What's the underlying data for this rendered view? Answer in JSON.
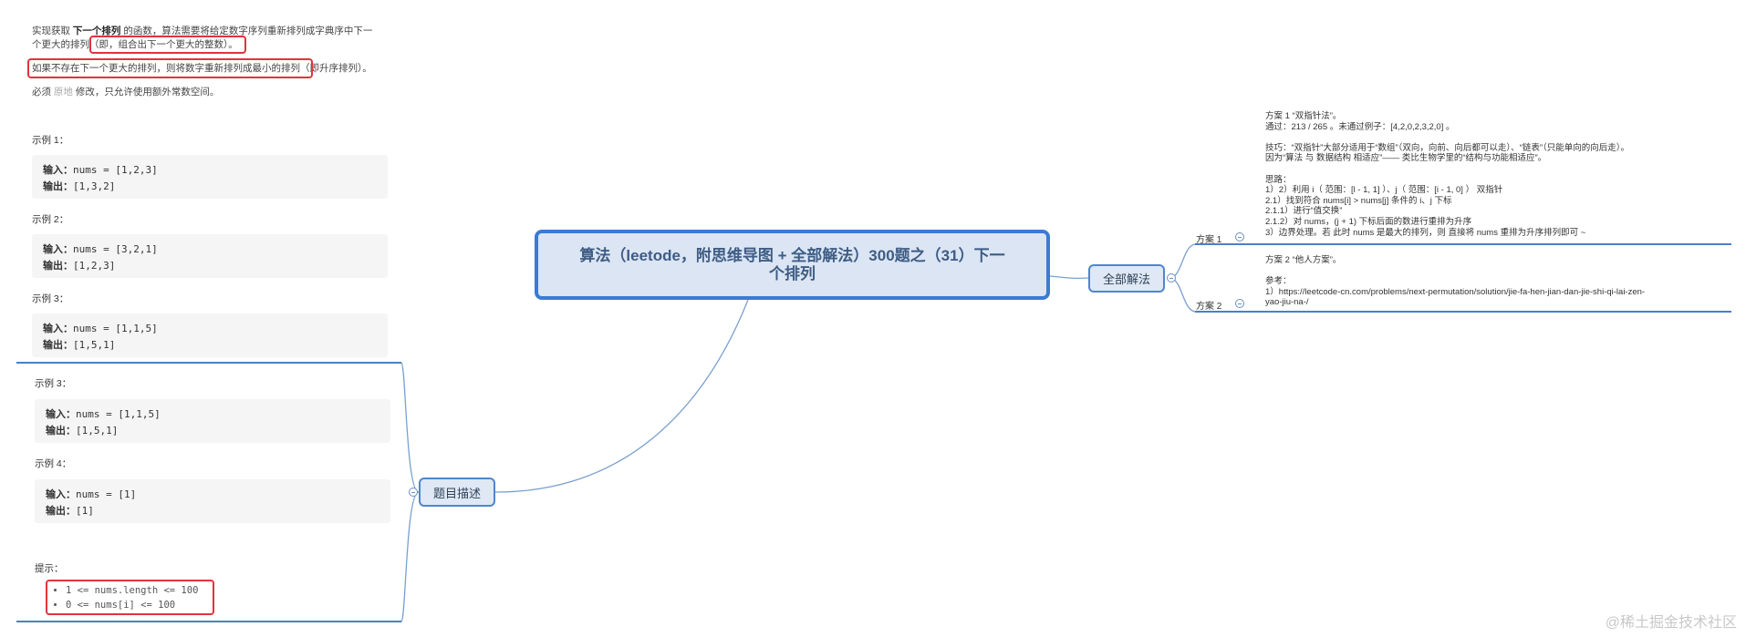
{
  "central_topic": "算法（leetode，附思维导图 + 全部解法）300题之（31）下一个排列",
  "problem_node": {
    "label": "题目描述"
  },
  "solutions_node": {
    "label": "全部解法"
  },
  "problem": {
    "line1_prefix": "实现获取 ",
    "line1_bold": "下一个排列",
    "line1_suffix": " 的函数，算法需要将给定数字序列重新排列成字典序中下一",
    "line2_prefix": "个更大的排列",
    "line2_highlight": "（即，组合出下一个更大的整数）",
    "line2_suffix": "。",
    "line3_highlight": "如果不存在下一个更大的排列，则将数字重新排列成最小的排列",
    "line3_suffix": "（即升序排列）。",
    "line4_prefix": "必须 ",
    "line4_muted": "原地",
    "line4_suffix": " 修改，只允许使用额外常数空间。"
  },
  "examples_top": [
    {
      "title": "示例 1：",
      "input_label": "输入：",
      "input": "nums = [1,2,3]",
      "output_label": "输出：",
      "output": "[1,3,2]"
    },
    {
      "title": "示例 2：",
      "input_label": "输入：",
      "input": "nums = [3,2,1]",
      "output_label": "输出：",
      "output": "[1,2,3]"
    },
    {
      "title": "示例 3：",
      "input_label": "输入：",
      "input": "nums = [1,1,5]",
      "output_label": "输出：",
      "output": "[1,5,1]"
    }
  ],
  "examples_bottom": [
    {
      "title": "示例 3：",
      "input_label": "输入：",
      "input": "nums = [1,1,5]",
      "output_label": "输出：",
      "output": "[1,5,1]"
    },
    {
      "title": "示例 4：",
      "input_label": "输入：",
      "input": "nums = [1]",
      "output_label": "输出：",
      "output": "[1]"
    }
  ],
  "tips": {
    "title": "提示：",
    "items": [
      "1 <= nums.length <= 100",
      "0 <= nums[i] <= 100"
    ]
  },
  "solution1": {
    "label": "方案 1",
    "text": "方案 1 “双指针法”。\n通过：213 / 265 。未通过例子：[4,2,0,2,3,2,0] 。\n\n技巧：“双指针”大部分适用于“数组”（双向，向前、向后都可以走）、“链表”（只能单向的向后走）。\n因为“算法 与 数据结构 相适应”—— 类比生物学里的“结构与功能相适应”。\n\n思路：\n1）2）利用 i（ 范围：[l - 1, 1] ）、j（ 范围：[i - 1, 0] ） 双指针\n2.1）找到符合 nums[i] > nums[j] 条件的 i、j 下标\n2.1.1）进行“值交换”\n2.1.2）对 nums，(j + 1) 下标后面的数进行重排为升序\n3）边界处理。若 此时 nums 是最大的排列，则 直接将 nums 重排为升序排列即可 ~"
  },
  "solution2": {
    "label": "方案 2",
    "text": "方案 2 “他人方案”。\n\n参考：\n1）https://leetcode-cn.com/problems/next-permutation/solution/jie-fa-hen-jian-dan-jie-shi-qi-lai-zen-\nyao-jiu-na-/"
  },
  "watermark": "@稀土掘金技术社区",
  "colors": {
    "accent": "#3a7bd5",
    "highlight_border": "#e0343b",
    "node_fill": "#dbe5f3"
  }
}
